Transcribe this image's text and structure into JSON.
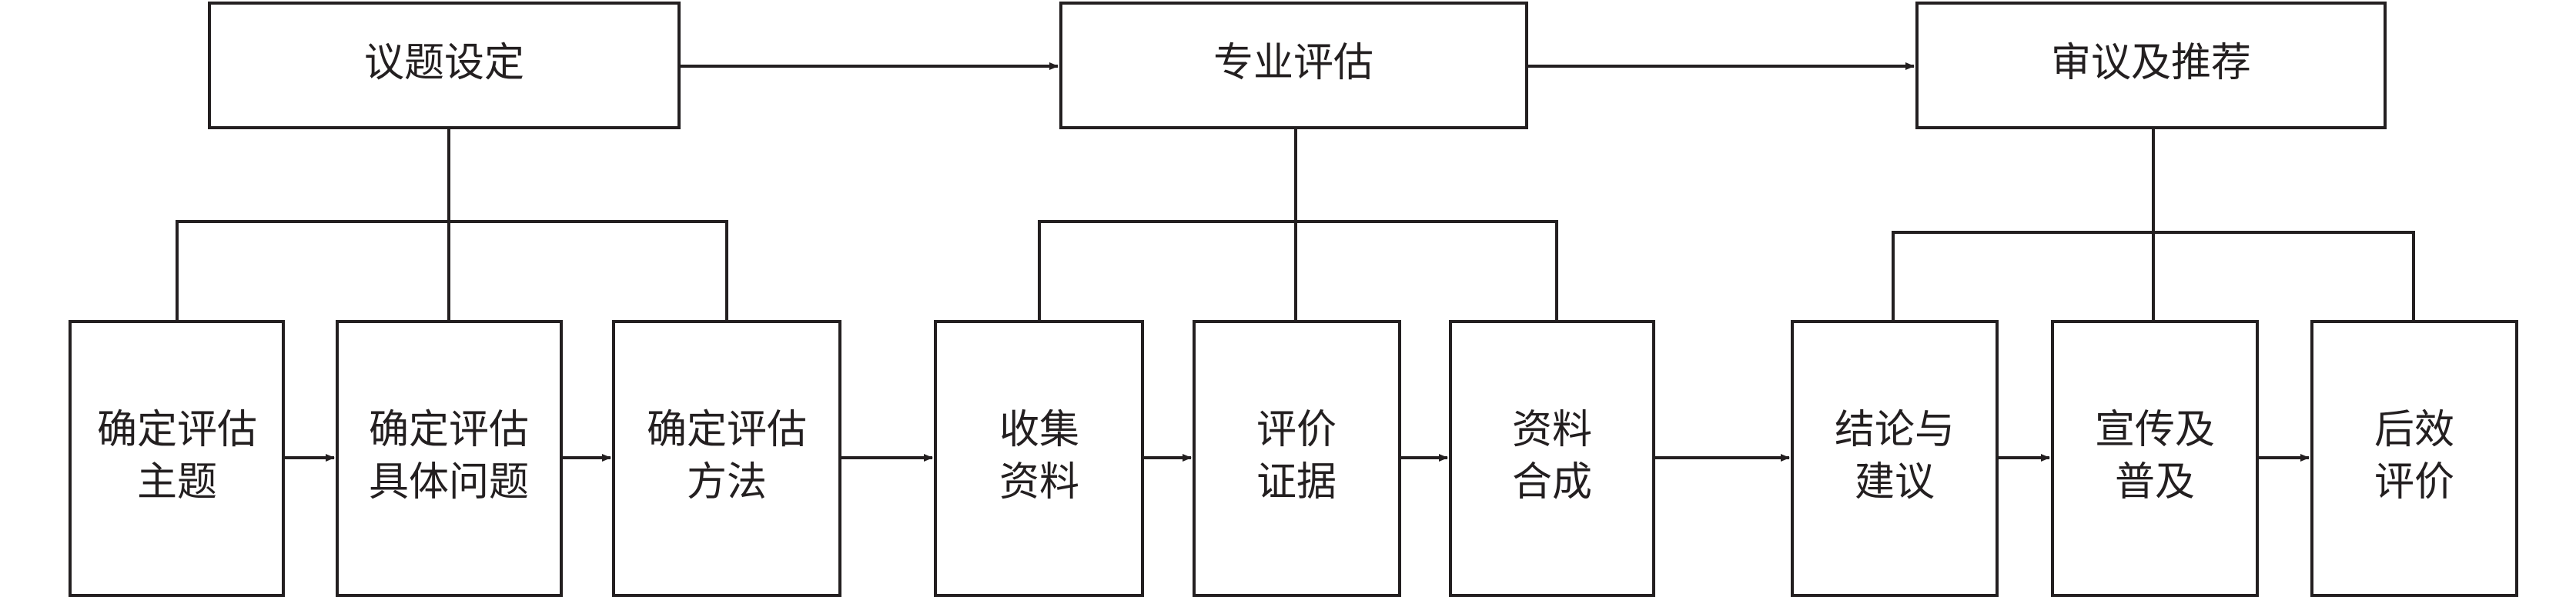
{
  "stages": {
    "topic": "议题设定",
    "assessment": "专业评估",
    "review": "审议及推荐"
  },
  "steps": {
    "topic_theme": [
      "确定评估",
      "主题"
    ],
    "specific_question": [
      "确定评估",
      "具体问题"
    ],
    "method": [
      "确定评估",
      "方法"
    ],
    "collect": [
      "收集",
      "资料"
    ],
    "evaluate": [
      "评价",
      "证据"
    ],
    "synthesize": [
      "资料",
      "合成"
    ],
    "conclusion": [
      "结论与",
      "建议"
    ],
    "promotion": [
      "宣传及",
      "普及"
    ],
    "impact": [
      "后效",
      "评价"
    ]
  }
}
